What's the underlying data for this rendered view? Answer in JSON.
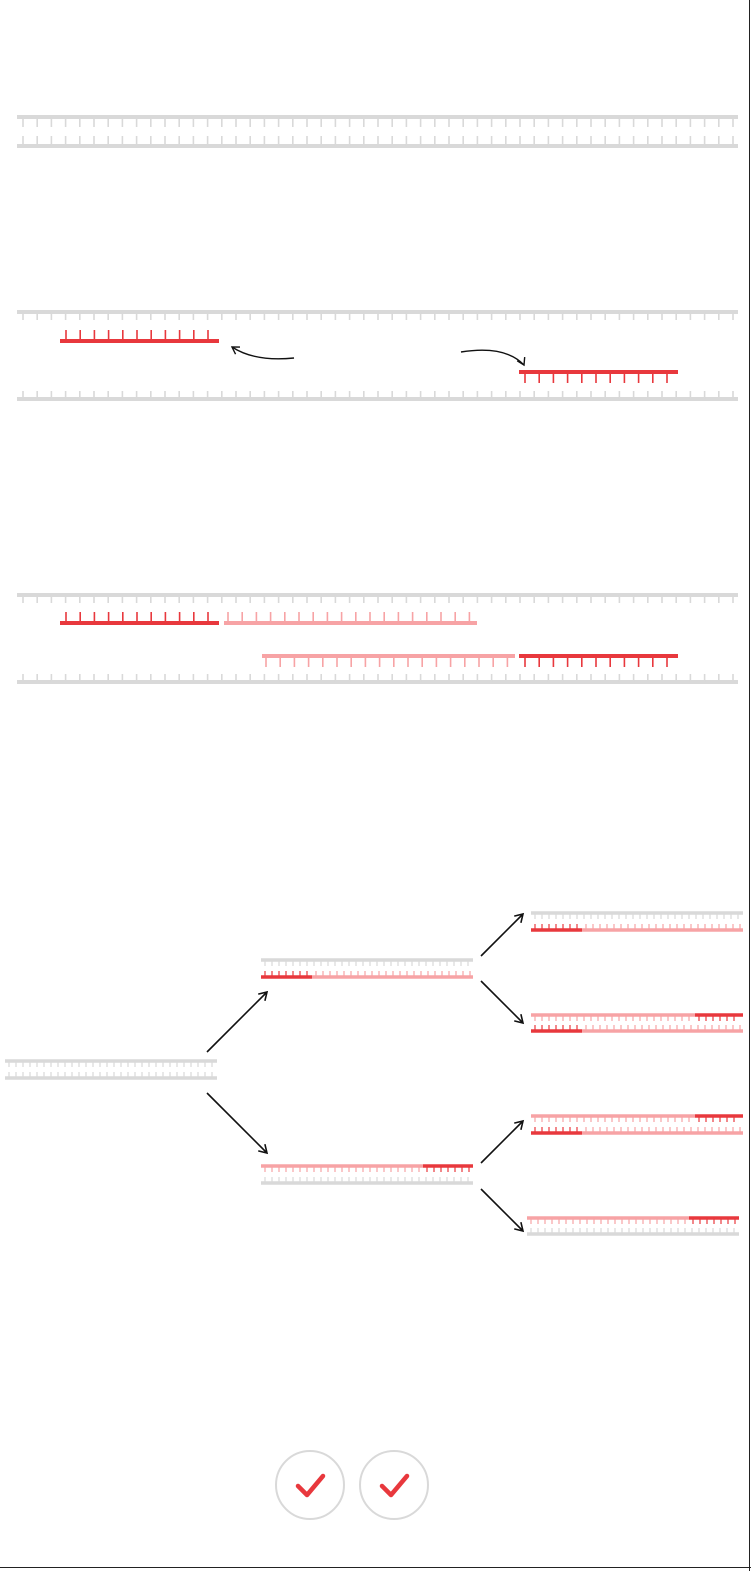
{
  "colors": {
    "template_strand": "#d9d9d9",
    "primer": "#e8383d",
    "new_strand": "#f7a3a5",
    "arrow": "#111111",
    "check": "#e8383d",
    "button_border": "#d9d9d9"
  },
  "steps": [
    {
      "id": "denature",
      "description": ""
    },
    {
      "id": "anneal",
      "description": ""
    },
    {
      "id": "extend",
      "description": ""
    },
    {
      "id": "amplify",
      "description": ""
    }
  ],
  "controls": {
    "buttons": [
      {
        "id": "check-1",
        "icon": "checkmark-icon"
      },
      {
        "id": "check-2",
        "icon": "checkmark-icon"
      }
    ]
  }
}
